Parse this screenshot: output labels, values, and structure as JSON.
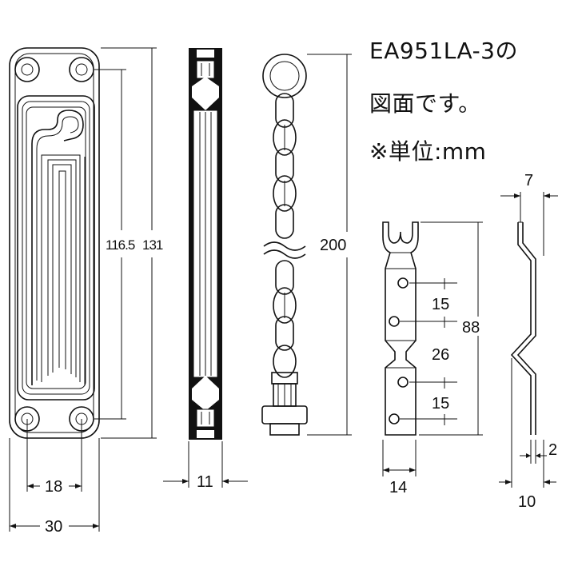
{
  "title": {
    "line1": "EA951LA-3の",
    "line2": "図面です。",
    "line3": "※単位:mm"
  },
  "dimensions": {
    "plate_inner_height": "116.5",
    "plate_outer_height": "131",
    "plate_hole_spacing": "18",
    "plate_width": "30",
    "side_thickness": "11",
    "chain_length": "200",
    "bracket_hole_gap_top": "15",
    "bracket_hole_gap_mid": "26",
    "bracket_hole_gap_bottom": "15",
    "bracket_height": "88",
    "bracket_width": "14",
    "strip_offset": "7",
    "strip_thickness": "2",
    "strip_depth": "10"
  }
}
